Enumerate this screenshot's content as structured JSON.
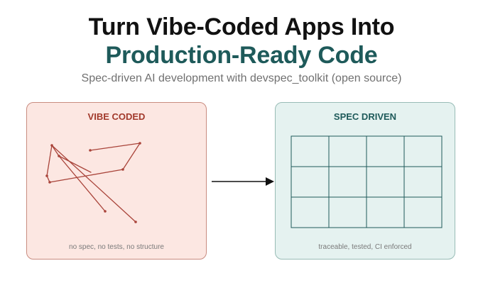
{
  "header": {
    "title_line1": "Turn Vibe-Coded Apps Into",
    "title_line2": "Production-Ready Code",
    "subtitle": "Spec-driven AI development with devspec_toolkit (open source)"
  },
  "left_panel": {
    "heading": "VIBE CODED",
    "caption": "no spec, no tests, no structure"
  },
  "right_panel": {
    "heading": "SPEC DRIVEN",
    "caption": "traceable, tested, CI enforced"
  },
  "colors": {
    "title": "#111111",
    "accent_teal": "#1e5a5a",
    "subtitle": "#707070",
    "left_fill": "#fce7e2",
    "left_border": "#c98c80",
    "left_heading": "#a23a2c",
    "scribble": "#a9443a",
    "right_fill": "#e5f2f0",
    "right_border": "#98bcb6",
    "grid_line": "#1e5a5a",
    "arrow": "#111111"
  },
  "icons": {
    "scribble": "tangled-lines-illustration",
    "grid": "structured-grid-illustration",
    "arrow": "right-arrow-icon"
  }
}
